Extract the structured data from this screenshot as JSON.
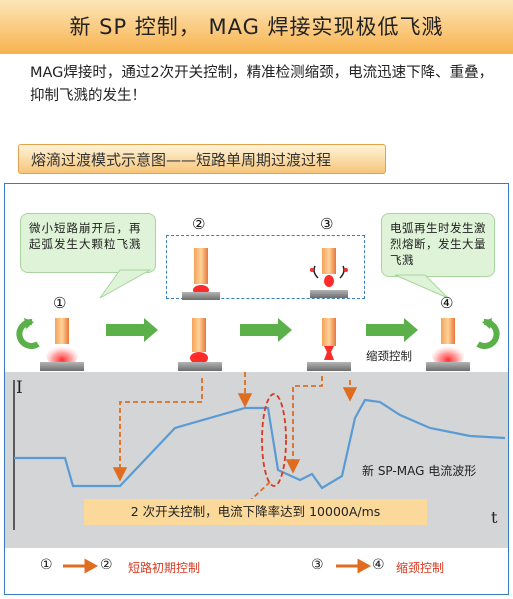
{
  "title": "新 SP 控制， MAG 焊接实现极低飞溅",
  "intro": "MAG焊接时，通过2次开关控制，精准检测缩颈，电流迅速下降、重叠，抑制飞溅的发生！",
  "section_heading": "熔滴过渡模式示意图——短路单周期过渡过程",
  "notes": {
    "left": "微小短路崩开后，再起弧发生大颗粒飞溅",
    "right": "电弧再生时发生激烈熔断，发生大量飞溅"
  },
  "steps": [
    "①",
    "②",
    "③",
    "④"
  ],
  "neck_label": "缩颈控制",
  "graph": {
    "y_label": "I",
    "x_label": "t",
    "series_label": "新 SP-MAG 电流波形",
    "banner": "2 次开关控制，电流下降率达到 10000A/ms"
  },
  "legend": [
    {
      "from": "①",
      "to": "②",
      "text": "短路初期控制"
    },
    {
      "from": "③",
      "to": "④",
      "text": "缩颈控制"
    }
  ],
  "colors": {
    "accent": "#f7b24e",
    "waveform": "#5a9bd4",
    "dash": "#e06d1f",
    "arrow": "#5bb04a",
    "highlight": "#d73a20"
  }
}
